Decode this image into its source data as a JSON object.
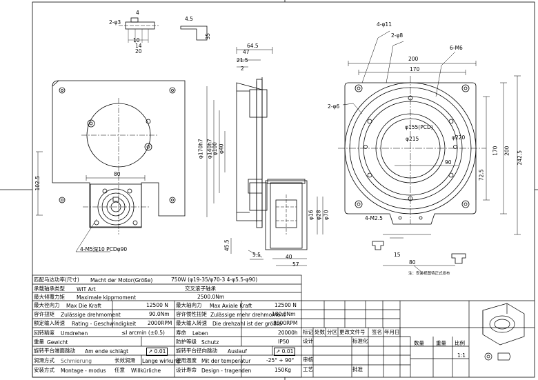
{
  "dims": {
    "left_view": {
      "top_detail": [
        "4",
        "2-φ3",
        "10",
        "14",
        "20",
        "4.5",
        "35"
      ],
      "h_80": "80",
      "v_102_5": "102.5",
      "holes_note": "4-M5深10 PCDφ90"
    },
    "mid_view": {
      "w_64_5": "64.5",
      "w_47": "47",
      "w_21_5": "21.5",
      "w_2": "2",
      "d_170h7": "φ170h7",
      "d_140h7": "φ140h7",
      "d_100": "φ100",
      "d_40": "φ40",
      "d_16": "φ16",
      "d_28": "φ28",
      "d_70": "φ70",
      "h_45_5": "45.5",
      "h_5_5": "5.5",
      "w_40": "40",
      "w_57": "57"
    },
    "right_view": {
      "holes_4_11": "4-φ11",
      "holes_2_8": "2-φ8",
      "holes_6_m6": "6-M6",
      "holes_2_6": "2-φ6",
      "w_200": "200",
      "w_170": "170",
      "pcd_155": "φ155(PCD)",
      "d_215": "φ215",
      "d_220": "φ220",
      "h_72_5": "72.5",
      "h_170": "170",
      "h_200": "200",
      "h_242_5": "242.5",
      "w_90": "90",
      "m2_5": "4-M2.5",
      "w_15": "15",
      "w_80": "80",
      "note": "注：安装视图待正式发布"
    }
  },
  "spec_table": {
    "rows": [
      {
        "l": "匹配马达功率(尺寸)",
        "ls": "Macht der Motor(Größe)",
        "v": "750W (φ19-35/φ70-3 4-φ5.5-φ90)"
      },
      {
        "l": "承载轴承类型",
        "ls": "WIT Art",
        "v": "交叉滚子轴承"
      },
      {
        "l": "最大倾覆力矩",
        "ls": "Maximale kippmoment",
        "v": "2500.0Nm"
      },
      {
        "l": "最大径向力",
        "ls": "Max Die Kraft",
        "v": "12500 N",
        "l2": "最大轴向力",
        "ls2": "Max Axiale Kraft",
        "v2": "12500 N"
      },
      {
        "l": "容许扭矩",
        "ls": "Zulässige drehmoment",
        "v": "90.0Nm",
        "l2": "容许惯性扭矩",
        "ls2": "Zulässige mehr drehmoment",
        "v2": "180.0Nm"
      },
      {
        "l": "额定输入转速",
        "ls": "Rating - Geschwindigkeit",
        "v": "2000RPM",
        "l2": "最大输入转速",
        "ls2": "Die drehzahl ist der größte",
        "v2": "3000RPM"
      },
      {
        "l": "回转精度",
        "ls": "Umdrehen",
        "v": "≤l arcmin (±0.5)",
        "l2": "寿命",
        "ls2": "Leben",
        "v2": "20000h"
      },
      {
        "l": "重量",
        "ls": "Gewicht",
        "v": "",
        "l2": "防护等级",
        "ls2": "Schutz",
        "v2": "IP50"
      },
      {
        "l": "旋转平台端面跳动",
        "ls": "Am ende schlägt",
        "v": "0.01",
        "l2": "旋转平台径向跳动",
        "ls2": "Auslauf",
        "v2": "0.01"
      },
      {
        "l": "润滑方式",
        "ls": "Schmierung",
        "v": "长效润滑",
        "vs": "Lange wirkung",
        "l2": "使用温度",
        "ls2": "Mit der temperatur",
        "v2": "-25° + 90°"
      },
      {
        "l": "安装方式",
        "ls": "Montage - modus",
        "v": "任意",
        "vs": "Willkürliche",
        "l2": "设计寿命",
        "ls2": "Design - tragenden",
        "v2": "150Kg"
      }
    ]
  },
  "title_block": {
    "headers": [
      "标记",
      "处数",
      "分区",
      "更改文件号",
      "签名",
      "年月日"
    ],
    "roles": [
      "设计",
      "审核",
      "工艺",
      "批准"
    ],
    "std": "标准化",
    "qty": "数量",
    "weight": "重量",
    "scale": "比例",
    "scale_val": "1:1"
  }
}
